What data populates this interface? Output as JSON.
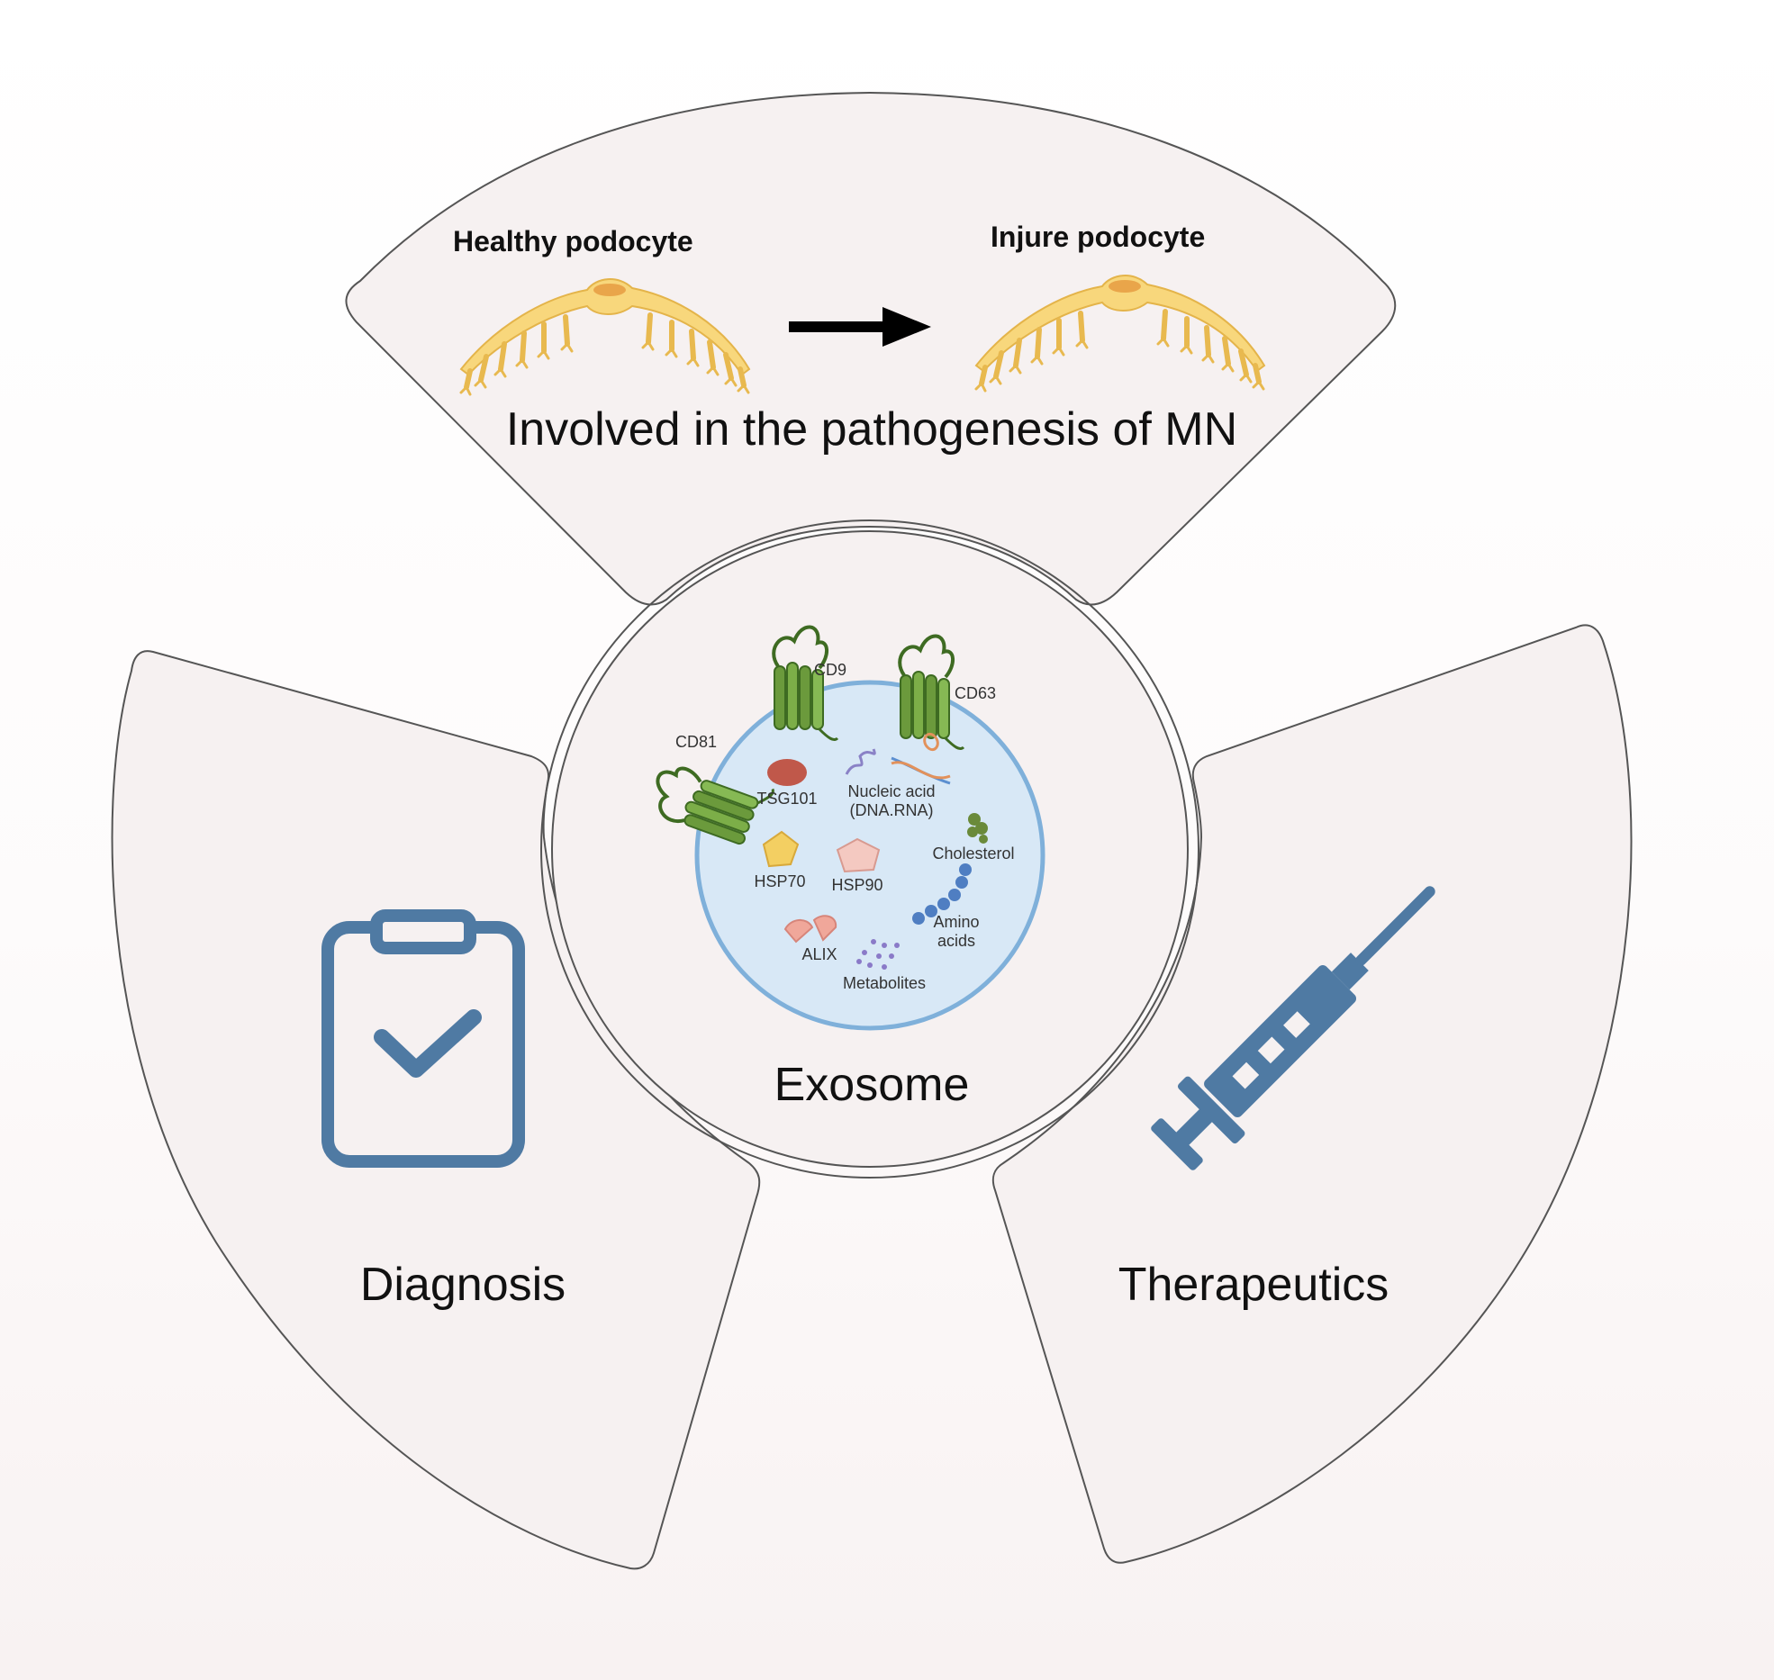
{
  "top_panel": {
    "healthy_label": "Healthy podocyte",
    "injured_label": "Injure podocyte",
    "caption": "Involved in the pathogenesis of MN"
  },
  "center": {
    "title": "Exosome",
    "markers": {
      "cd9": "CD9",
      "cd63": "CD63",
      "cd81": "CD81",
      "tsg101": "TSG101",
      "nucleic_acid_line1": "Nucleic acid",
      "nucleic_acid_line2": "(DNA.RNA)",
      "cholesterol": "Cholesterol",
      "hsp70": "HSP70",
      "hsp90": "HSP90",
      "amino_line1": "Amino",
      "amino_line2": "acids",
      "alix": "ALIX",
      "metabolites": "Metabolites"
    }
  },
  "left_panel": {
    "label": "Diagnosis",
    "icon": "clipboard-check-icon"
  },
  "right_panel": {
    "label": "Therapeutics",
    "icon": "syringe-icon"
  },
  "colors": {
    "panel_fill": "#f6f1f1",
    "panel_stroke": "#555555",
    "icon_blue": "#4f7aa3",
    "vesicle_fill": "#d8e8f6",
    "vesicle_stroke": "#7fb0da",
    "podocyte_fill": "#f8d77c",
    "protein_green": "#6b9a3c"
  }
}
